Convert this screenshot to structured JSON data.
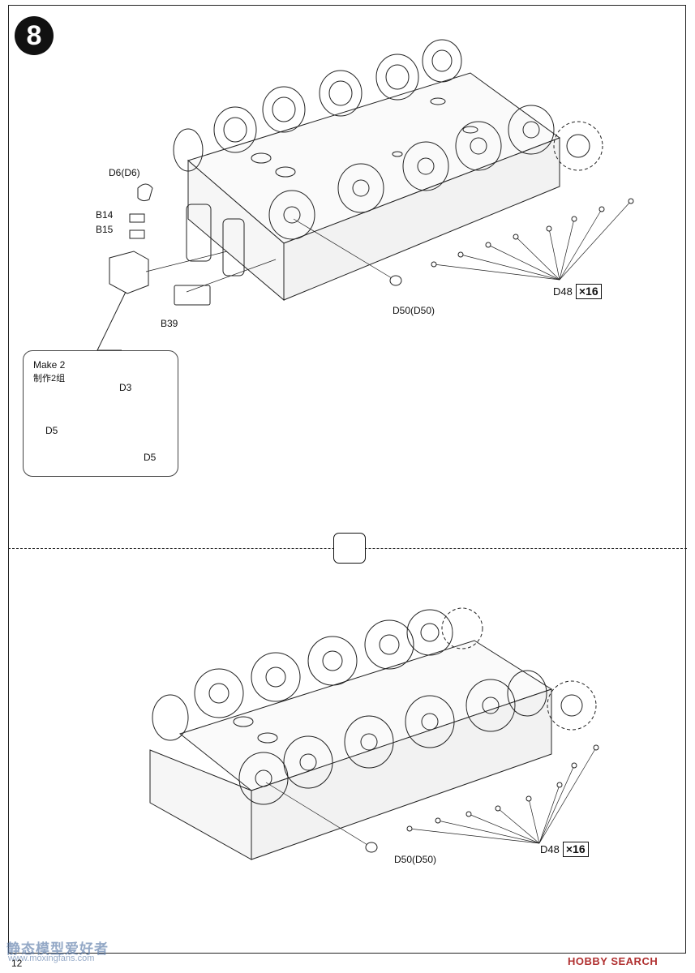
{
  "step": {
    "number": "8"
  },
  "top_assembly": {
    "labels": {
      "d6": "D6(D6)",
      "b14": "B14",
      "b15": "B15",
      "b39": "B39",
      "d50": "D50(D50)",
      "d48": "D48"
    },
    "quantity": "×16"
  },
  "inset": {
    "title_en": "Make 2",
    "title_zh": "制作2组",
    "labels": {
      "d3": "D3",
      "d5_left": "D5",
      "d5_right": "D5"
    }
  },
  "bottom_assembly": {
    "labels": {
      "d50": "D50(D50)",
      "d48": "D48"
    },
    "quantity": "×16"
  },
  "footer": {
    "page_number": "12",
    "watermark_left": "静态模型爱好者",
    "watermark_left_url": "www.moxingfans.com",
    "watermark_right": "HOBBY SEARCH"
  },
  "flip_icon": "flip-view-icon"
}
